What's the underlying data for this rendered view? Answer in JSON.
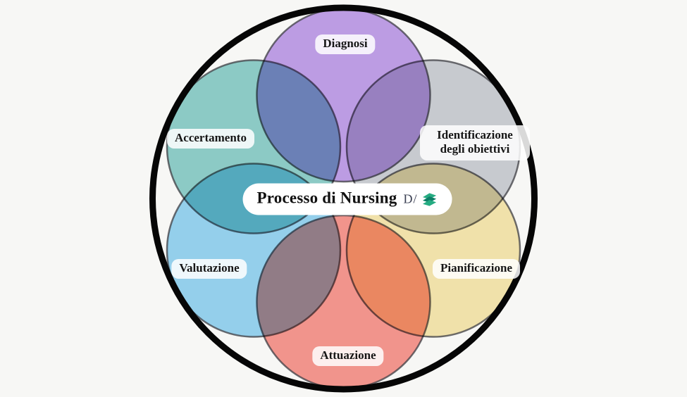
{
  "canvas": {
    "background": "#f7f7f5"
  },
  "outer_circle": {
    "color": "#060606"
  },
  "center_label": {
    "title": "Processo di Nursing",
    "brand_text": "D/",
    "brand_icon": "docsity-book-icon",
    "brand_icon_color": "#25ab81",
    "brand_icon_color_dark": "#0d7e66"
  },
  "petals": [
    {
      "label": "Diagnosi",
      "color": "#b38ae8"
    },
    {
      "label": "Identificazione degli obiettivi",
      "color": "#c2c6ce"
    },
    {
      "label": "Pianificazione",
      "color": "#f6e49e"
    },
    {
      "label": "Attuazione",
      "color": "#f87f77"
    },
    {
      "label": "Valutazione",
      "color": "#7fccf2"
    },
    {
      "label": "Accertamento",
      "color": "#76c6c1"
    }
  ]
}
